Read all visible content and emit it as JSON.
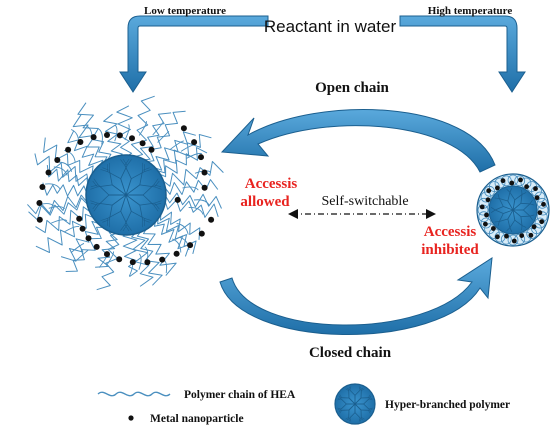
{
  "labels": {
    "reactant": "Reactant in water",
    "low_temperature": "Low temperature",
    "high_temperature": "High temperature",
    "open_chain": "Open chain",
    "closed_chain": "Closed chain",
    "self_switchable": "Self-switchable",
    "accessis_allowed_line1": "Accessis",
    "accessis_allowed_line2": "allowed",
    "accessis_inhibited_line1": "Accessis",
    "accessis_inhibited_line2": "inhibited"
  },
  "legend": {
    "polymer_chain": "Polymer chain of HEA",
    "metal_nanoparticle": "Metal nanoparticle",
    "hyperbranched": "Hyper-branched polymer"
  },
  "colors": {
    "blue": "#2e86c1",
    "dark_blue": "#1b5f8f",
    "chain": "#4a8fbf",
    "red": "#e8231f",
    "black": "#111111"
  }
}
